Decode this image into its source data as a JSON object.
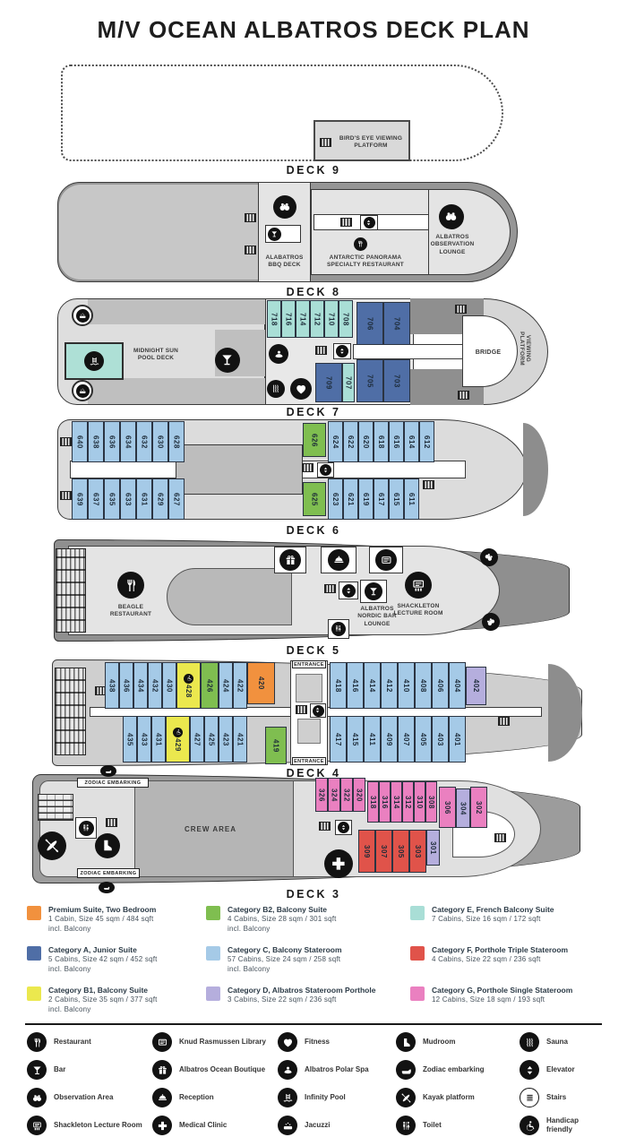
{
  "title": "M/V OCEAN ALBATROS DECK PLAN",
  "decks": {
    "d9": {
      "label": "DECK 9",
      "platform": "BIRD'S EYE VIEWING PLATFORM"
    },
    "d8": {
      "label": "DECK 8",
      "bbq": "ALABATROS BBQ DECK",
      "panorama": "ANTARCTIC PANORAMA SPECIALTY RESTAURANT",
      "lounge": "ALBATROS OBSERVATION LOUNGE"
    },
    "d7": {
      "label": "DECK 7",
      "pool": "MIDNIGHT SUN POOL DECK",
      "bridge": "BRIDGE",
      "viewing": "VIEWING PLATFORM",
      "top": [
        {
          "n": "718",
          "c": "E"
        },
        {
          "n": "716",
          "c": "E"
        },
        {
          "n": "714",
          "c": "E"
        },
        {
          "n": "712",
          "c": "E"
        },
        {
          "n": "710",
          "c": "E"
        },
        {
          "n": "708",
          "c": "E"
        }
      ],
      "topRight": [
        {
          "n": "706",
          "c": "A"
        },
        {
          "n": "704",
          "c": "A"
        }
      ],
      "botMid": [
        {
          "n": "709",
          "c": "A"
        },
        {
          "n": "707",
          "c": "E"
        }
      ],
      "botRight": [
        {
          "n": "705",
          "c": "A"
        },
        {
          "n": "703",
          "c": "A"
        }
      ]
    },
    "d6": {
      "label": "DECK 6",
      "topLeft": [
        {
          "n": "640",
          "c": "C"
        },
        {
          "n": "638",
          "c": "C"
        },
        {
          "n": "636",
          "c": "C"
        },
        {
          "n": "634",
          "c": "C"
        },
        {
          "n": "632",
          "c": "C"
        },
        {
          "n": "630",
          "c": "C"
        },
        {
          "n": "628",
          "c": "C"
        }
      ],
      "topMid": [
        {
          "n": "626",
          "c": "B2"
        }
      ],
      "topRight": [
        {
          "n": "624",
          "c": "C"
        },
        {
          "n": "622",
          "c": "C"
        },
        {
          "n": "620",
          "c": "C"
        },
        {
          "n": "618",
          "c": "C"
        },
        {
          "n": "616",
          "c": "C"
        },
        {
          "n": "614",
          "c": "C"
        },
        {
          "n": "612",
          "c": "C"
        }
      ],
      "botLeft": [
        {
          "n": "639",
          "c": "C"
        },
        {
          "n": "637",
          "c": "C"
        },
        {
          "n": "635",
          "c": "C"
        },
        {
          "n": "633",
          "c": "C"
        },
        {
          "n": "631",
          "c": "C"
        },
        {
          "n": "629",
          "c": "C"
        },
        {
          "n": "627",
          "c": "C"
        }
      ],
      "botMid": [
        {
          "n": "625",
          "c": "B2"
        }
      ],
      "botRight": [
        {
          "n": "623",
          "c": "C"
        },
        {
          "n": "621",
          "c": "C"
        },
        {
          "n": "619",
          "c": "C"
        },
        {
          "n": "617",
          "c": "C"
        },
        {
          "n": "615",
          "c": "C"
        },
        {
          "n": "611",
          "c": "C"
        }
      ]
    },
    "d5": {
      "label": "DECK 5",
      "restaurant": "BEAGLE RESTAURANT",
      "bar": "ALBATROS NORDIC BAR LOUNGE",
      "lecture": "SHACKLETON LECTURE ROOM"
    },
    "d4": {
      "label": "DECK 4",
      "entrance": "ENTRANCE",
      "topLeft": [
        {
          "n": "438",
          "c": "C"
        },
        {
          "n": "436",
          "c": "C"
        },
        {
          "n": "434",
          "c": "C"
        },
        {
          "n": "432",
          "c": "C"
        },
        {
          "n": "430",
          "c": "C"
        },
        {
          "n": "428",
          "c": "B1",
          "h": true
        },
        {
          "n": "426",
          "c": "B2"
        },
        {
          "n": "424",
          "c": "C"
        },
        {
          "n": "422",
          "c": "C"
        },
        {
          "n": "420",
          "c": "P"
        }
      ],
      "topRight": [
        {
          "n": "418",
          "c": "C"
        },
        {
          "n": "416",
          "c": "C"
        },
        {
          "n": "414",
          "c": "C"
        },
        {
          "n": "412",
          "c": "C"
        },
        {
          "n": "410",
          "c": "C"
        },
        {
          "n": "408",
          "c": "C"
        },
        {
          "n": "406",
          "c": "C"
        },
        {
          "n": "404",
          "c": "C"
        },
        {
          "n": "402",
          "c": "D"
        }
      ],
      "botLeft": [
        {
          "n": "435",
          "c": "C"
        },
        {
          "n": "433",
          "c": "C"
        },
        {
          "n": "431",
          "c": "C"
        },
        {
          "n": "429",
          "c": "B1",
          "h": true
        },
        {
          "n": "427",
          "c": "C"
        },
        {
          "n": "425",
          "c": "C"
        },
        {
          "n": "423",
          "c": "C"
        },
        {
          "n": "421",
          "c": "C"
        }
      ],
      "botMid": [
        {
          "n": "419",
          "c": "B2"
        }
      ],
      "botRight": [
        {
          "n": "417",
          "c": "C"
        },
        {
          "n": "415",
          "c": "C"
        },
        {
          "n": "411",
          "c": "C"
        },
        {
          "n": "409",
          "c": "C"
        },
        {
          "n": "407",
          "c": "C"
        },
        {
          "n": "405",
          "c": "C"
        },
        {
          "n": "403",
          "c": "C"
        },
        {
          "n": "401",
          "c": "C"
        }
      ]
    },
    "d3": {
      "label": "DECK 3",
      "zodiac": "ZODIAC EMBARKING",
      "crew": "CREW AREA",
      "topA": [
        {
          "n": "326",
          "c": "G"
        },
        {
          "n": "324",
          "c": "G"
        },
        {
          "n": "322",
          "c": "G"
        },
        {
          "n": "320",
          "c": "G"
        }
      ],
      "topB": [
        {
          "n": "318",
          "c": "G"
        },
        {
          "n": "316",
          "c": "G"
        },
        {
          "n": "314",
          "c": "G"
        },
        {
          "n": "312",
          "c": "G"
        },
        {
          "n": "310",
          "c": "G"
        },
        {
          "n": "308",
          "c": "G"
        }
      ],
      "topC": [
        {
          "n": "306",
          "c": "G"
        },
        {
          "n": "304",
          "c": "D"
        },
        {
          "n": "302",
          "c": "G"
        }
      ],
      "bot": [
        {
          "n": "309",
          "c": "F"
        },
        {
          "n": "307",
          "c": "F"
        },
        {
          "n": "305",
          "c": "F"
        },
        {
          "n": "303",
          "c": "F"
        },
        {
          "n": "301",
          "c": "D"
        }
      ]
    }
  },
  "category_columns": [
    [
      {
        "color": "#f1913e",
        "title": "Premium Suite, Two Bedroom",
        "lines": [
          "1 Cabin, Size 45 sqm / 484 sqft",
          "incl. Balcony"
        ]
      },
      {
        "color": "#4f6ea6",
        "title": "Category A, Junior Suite",
        "lines": [
          "5 Cabins, Size 42 sqm / 452 sqft",
          "incl. Balcony"
        ]
      },
      {
        "color": "#ebe84e",
        "title": "Category B1, Balcony Suite",
        "lines": [
          "2 Cabins, Size 35 sqm / 377 sqft",
          "incl. Balcony"
        ]
      }
    ],
    [
      {
        "color": "#7fbe50",
        "title": "Category B2, Balcony Suite",
        "lines": [
          "4 Cabins, Size 28 sqm / 301 sqft",
          "incl. Balcony"
        ]
      },
      {
        "color": "#a5cae7",
        "title": "Category C, Balcony Stateroom",
        "lines": [
          "57 Cabins, Size 24 sqm / 258 sqft",
          "incl. Balcony"
        ]
      },
      {
        "color": "#b5aedd",
        "title": "Category D, Albatros Stateroom Porthole",
        "lines": [
          "3 Cabins, Size 22 sqm / 236 sqft"
        ]
      }
    ],
    [
      {
        "color": "#a9ded6",
        "title": "Category E, French Balcony Suite",
        "lines": [
          "7 Cabins, Size 16 sqm / 172 sqft"
        ]
      },
      {
        "color": "#e0534a",
        "title": "Category F, Porthole Triple Stateroom",
        "lines": [
          "4 Cabins, Size 22 sqm / 236 sqft"
        ]
      },
      {
        "color": "#ea80c0",
        "title": "Category G, Porthole Single Stateroom",
        "lines": [
          "12 Cabins, Size 18 sqm / 193 sqft"
        ]
      }
    ]
  ],
  "facility_columns": [
    [
      {
        "icon": "restaurant",
        "label": "Restaurant"
      },
      {
        "icon": "bar",
        "label": "Bar"
      },
      {
        "icon": "observation",
        "label": "Observation Area"
      },
      {
        "icon": "lecture",
        "label": "Shackleton Lecture Room"
      }
    ],
    [
      {
        "icon": "library",
        "label": "Knud Rasmussen Library"
      },
      {
        "icon": "boutique",
        "label": "Albatros Ocean Boutique"
      },
      {
        "icon": "reception",
        "label": "Reception"
      },
      {
        "icon": "medical",
        "label": "Medical Clinic"
      }
    ],
    [
      {
        "icon": "fitness",
        "label": "Fitness"
      },
      {
        "icon": "spa",
        "label": "Albatros Polar Spa"
      },
      {
        "icon": "pool",
        "label": "Infinity Pool"
      },
      {
        "icon": "jacuzzi",
        "label": "Jacuzzi"
      }
    ],
    [
      {
        "icon": "mudroom",
        "label": "Mudroom"
      },
      {
        "icon": "zodiac",
        "label": "Zodiac embarking"
      },
      {
        "icon": "kayak",
        "label": "Kayak platform"
      },
      {
        "icon": "toilet",
        "label": "Toilet"
      }
    ],
    [
      {
        "icon": "sauna",
        "label": "Sauna"
      },
      {
        "icon": "elevator",
        "label": "Elevator"
      },
      {
        "icon": "stairs",
        "label": "Stairs"
      },
      {
        "icon": "handicap",
        "label": "Handicap friendly"
      }
    ]
  ]
}
